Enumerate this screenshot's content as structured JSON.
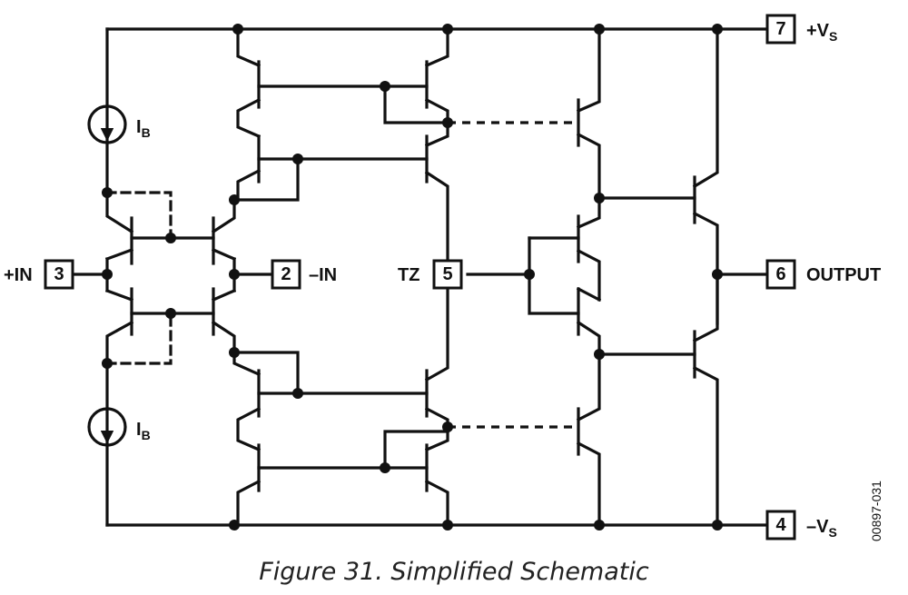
{
  "pins": [
    {
      "number": "7",
      "label": "+V",
      "sub": "S"
    },
    {
      "number": "4",
      "label": "–V",
      "sub": "S"
    },
    {
      "number": "3",
      "label": "+IN"
    },
    {
      "number": "2",
      "label": "–IN"
    },
    {
      "number": "5",
      "label": "TZ"
    },
    {
      "number": "6",
      "label": "OUTPUT"
    }
  ],
  "current_sources": [
    {
      "label": "I",
      "sub": "B"
    },
    {
      "label": "I",
      "sub": "B"
    }
  ],
  "caption": "Figure 31. Simplified Schematic",
  "figure_code": "00897-031"
}
